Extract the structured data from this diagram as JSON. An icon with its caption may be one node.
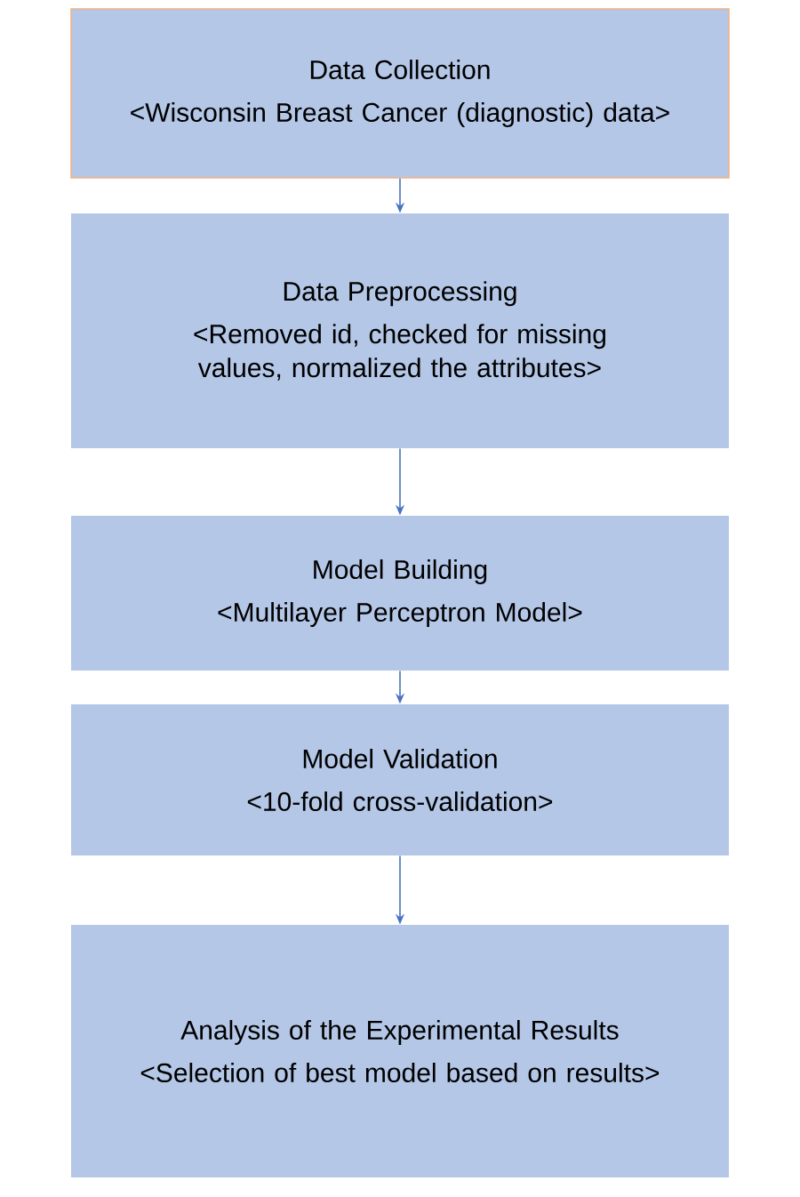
{
  "diagram": {
    "nodes": [
      {
        "text": [
          "Data Collection",
          "<Wisconsin Breast Cancer (diagnostic) data>"
        ]
      },
      {
        "text": [
          "Data Preprocessing",
          "<Removed id, checked for missing values, normalized the attributes>"
        ]
      },
      {
        "text": [
          "Model Building",
          "<Multilayer Perceptron Model>"
        ]
      },
      {
        "text": [
          "Model Validation",
          "<10-fold cross-validation>"
        ]
      },
      {
        "text": [
          "Analysis of the Experimental Results",
          "<Selection of best model based on results>"
        ]
      }
    ],
    "edges": [
      {
        "from": 0,
        "to": 1,
        "arrow": "to"
      },
      {
        "from": 1,
        "to": 2,
        "arrow": "to"
      },
      {
        "from": 2,
        "to": 3,
        "arrow": "to"
      },
      {
        "from": 3,
        "to": 4,
        "arrow": "to"
      }
    ]
  }
}
